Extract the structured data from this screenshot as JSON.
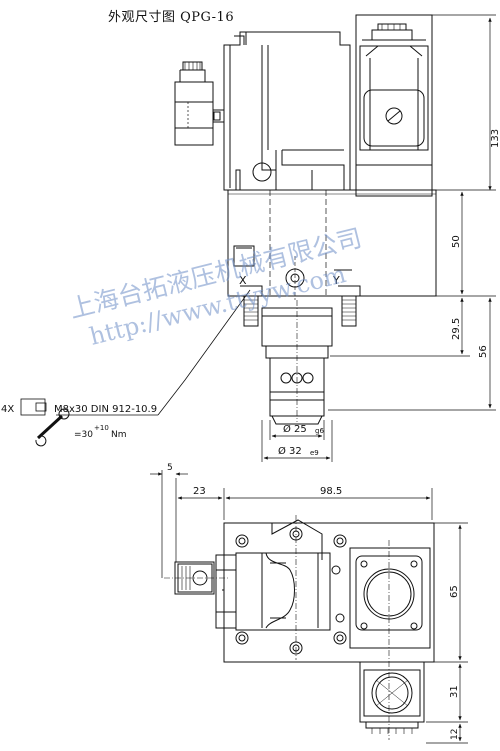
{
  "title": "外观尺寸图 QPG-16",
  "watermark": {
    "company": "上海台拓液压机械有限公司",
    "url": "http://www.ttyyw.com"
  },
  "ports": {
    "x": "X",
    "y": "Y"
  },
  "dimensions": {
    "h133": "133",
    "h50": "50",
    "h29_5": "29.5",
    "h56": "56",
    "d25": "Ø 25",
    "d25_tol": "g6",
    "d32": "Ø 32",
    "d32_tol": "e9",
    "w5": "5",
    "w23": "23",
    "w98_5": "98.5",
    "h65": "65",
    "h31": "31",
    "h12": "12"
  },
  "screws": {
    "count": "4X",
    "spec": "M8x30 DIN 912-10.9",
    "torque": "=30",
    "torque_tol": "+10",
    "torque_unit": "Nm"
  }
}
